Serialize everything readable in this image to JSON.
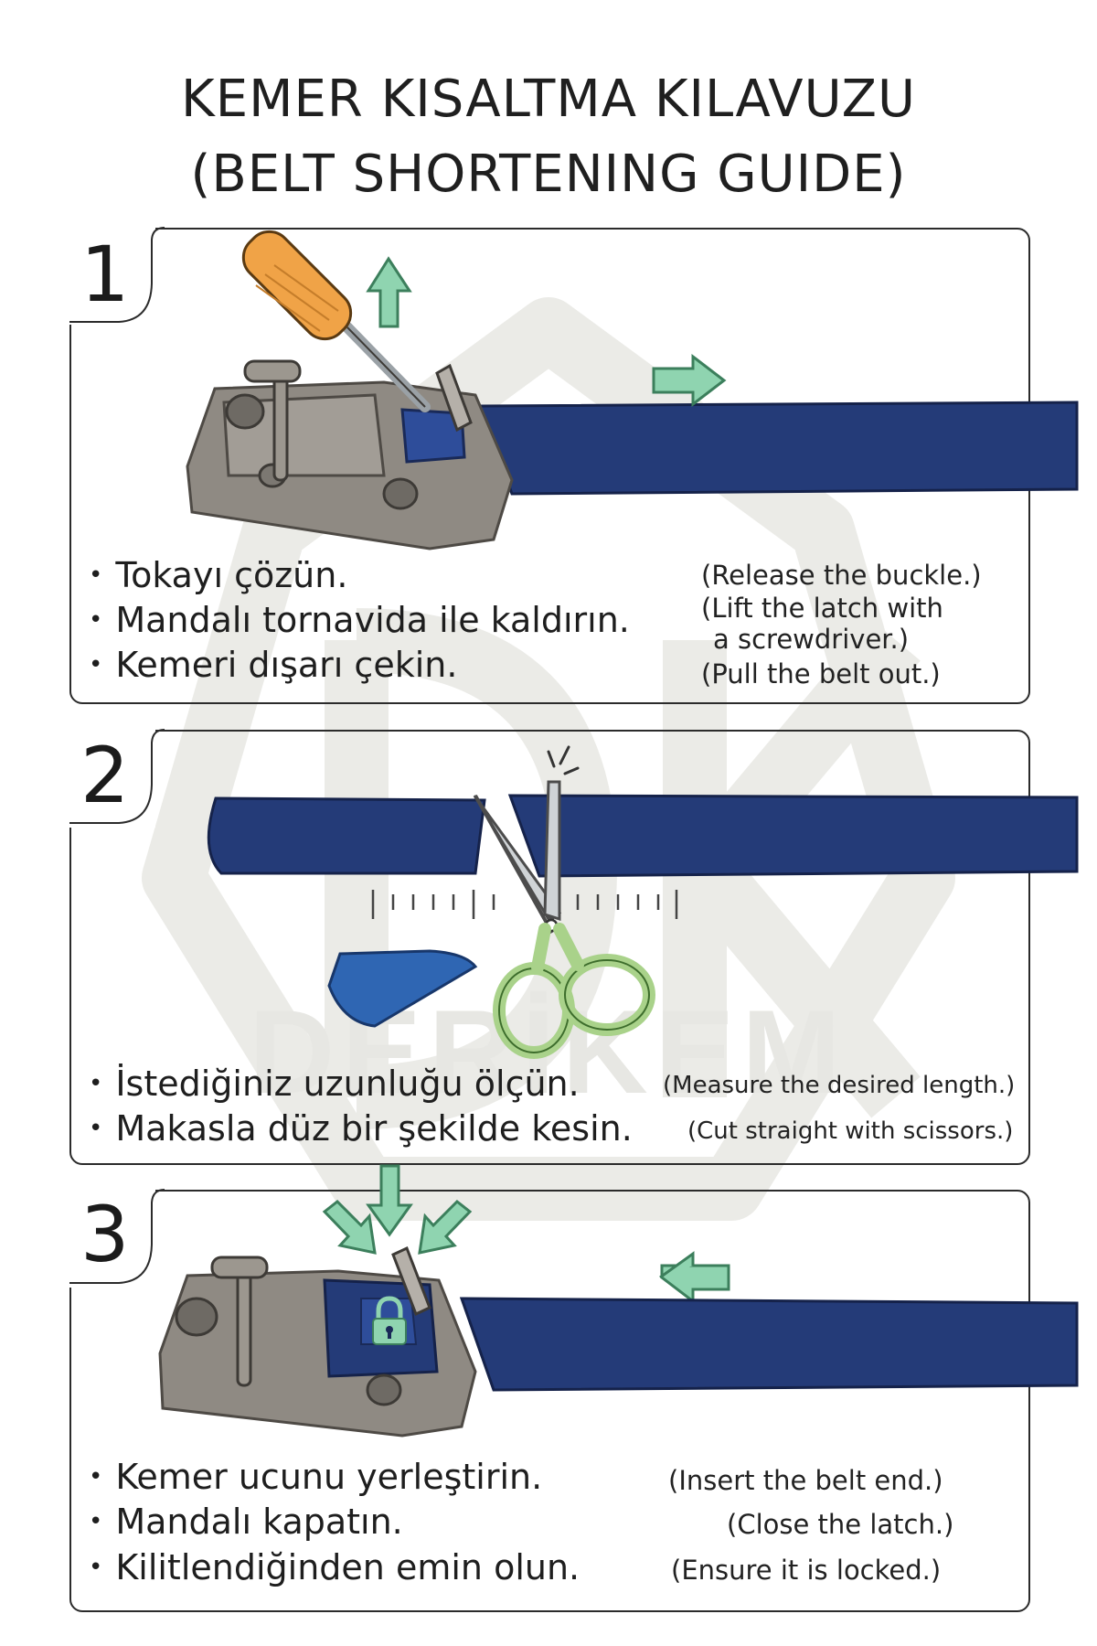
{
  "title": {
    "line1": "KEMER KISALTMA KILAVUZU",
    "line2": "(BELT SHORTENING GUIDE)"
  },
  "watermark": {
    "text": "DERİKEM"
  },
  "colors": {
    "belt": "#243b78",
    "arrow": "#8fd4b0",
    "handle": "#f0a347",
    "metal": "#8f8a83",
    "scissor_handle": "#a9d28a",
    "cut_piece": "#2f66b3"
  },
  "steps": [
    {
      "number": "1",
      "illustration_icons": [
        "screwdriver-icon",
        "buckle-icon",
        "up-arrow-icon",
        "right-arrow-icon",
        "belt-strap-icon"
      ],
      "instructions_tr": [
        "Tokayı çözün.",
        "Mandalı tornavida ile kaldırın.",
        "Kemeri dışarı çekin."
      ],
      "instructions_en": [
        "(Release the buckle.)",
        "(Lift the latch with",
        "a screwdriver.)",
        "(Pull the belt out.)"
      ]
    },
    {
      "number": "2",
      "illustration_icons": [
        "scissors-icon",
        "ruler-icon",
        "cut-piece-icon",
        "belt-strap-icon"
      ],
      "instructions_tr": [
        "İstediğiniz uzunluğu ölçün.",
        "Makasla düz bir şekilde kesin."
      ],
      "instructions_en": [
        "(Measure the desired length.)",
        "(Cut straight with scissors.)"
      ]
    },
    {
      "number": "3",
      "illustration_icons": [
        "buckle-icon",
        "lock-icon",
        "down-arrow-icon",
        "left-arrow-icon",
        "belt-strap-icon"
      ],
      "instructions_tr": [
        "Kemer ucunu yerleştirin.",
        "Mandalı kapatın.",
        "Kilitlendiğinden emin olun."
      ],
      "instructions_en": [
        "(Insert the belt end.)",
        "(Close the latch.)",
        "(Ensure it is locked.)"
      ]
    }
  ]
}
